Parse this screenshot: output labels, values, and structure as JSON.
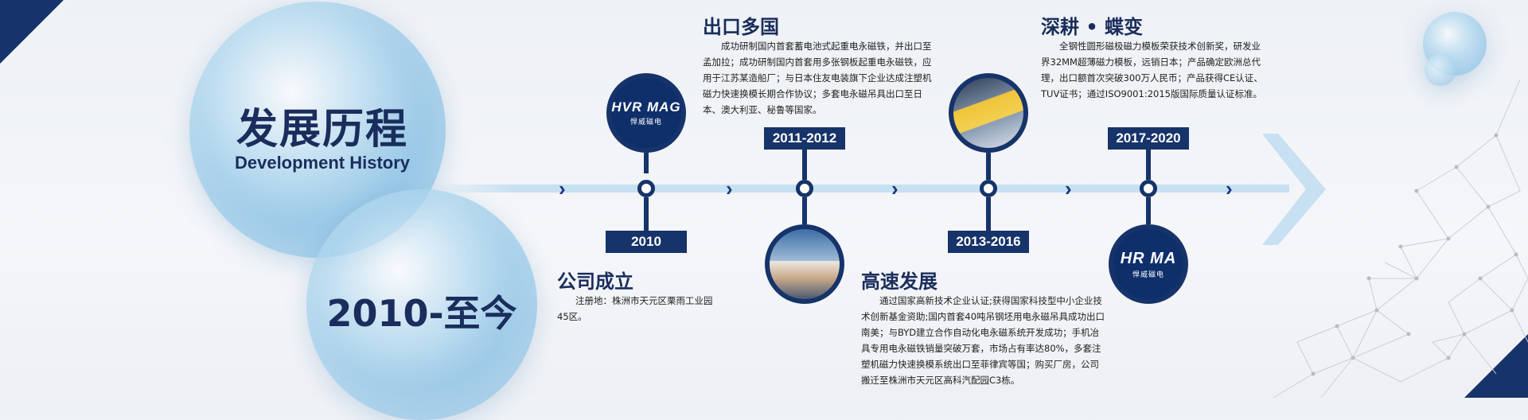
{
  "header": {
    "title_cn": "发展历程",
    "title_en": "Development History",
    "period": "2010-至今"
  },
  "milestones": [
    {
      "year": "2010",
      "logo_text": "HVR MAG",
      "logo_sub": "悍威磁电",
      "title": "公司成立",
      "body": "注册地：株洲市天元区栗雨工业园45区。"
    },
    {
      "year": "2011-2012",
      "title": "出口多国",
      "body": "成功研制国内首套蓄电池式起重电永磁铁，并出口至孟加拉；成功研制国内首套用多张钢板起重电永磁铁，应用于江苏某造船厂；与日本住友电装旗下企业达成注塑机磁力快速换模长期合作协议；多套电永磁吊具出口至日本、澳大利亚、秘鲁等国家。"
    },
    {
      "year": "2013-2016",
      "title": "高速发展",
      "body": "通过国家高新技术企业认证;获得国家科技型中小企业技术创新基金资助;国内首套40吨吊钢坯用电永磁吊具成功出口南美；与BYD建立合作自动化电永磁系统开发成功；手机冶具专用电永磁铁销量突破万套，市场占有率达80%，多套注塑机磁力快速换模系统出口至菲律宾等国；购买厂房，公司搬迁至株洲市天元区高科汽配园C3栋。"
    },
    {
      "year": "2017-2020",
      "logo_text": "HR MA",
      "logo_sub": "悍威磁电",
      "title": "深耕 • 蝶变",
      "body": "全钢性圆形磁极磁力模板荣获技术创新奖，研发业界32MM超薄磁力模板，远销日本；产品确定欧洲总代理，出口额首次突破300万人民币；产品获得CE认证、TUV证书；通过ISO9001:2015版国际质量认证标准。"
    }
  ],
  "colors": {
    "navy": "#16336a",
    "axis": "#c7e0f2",
    "bubble": "#8cc3e4"
  }
}
